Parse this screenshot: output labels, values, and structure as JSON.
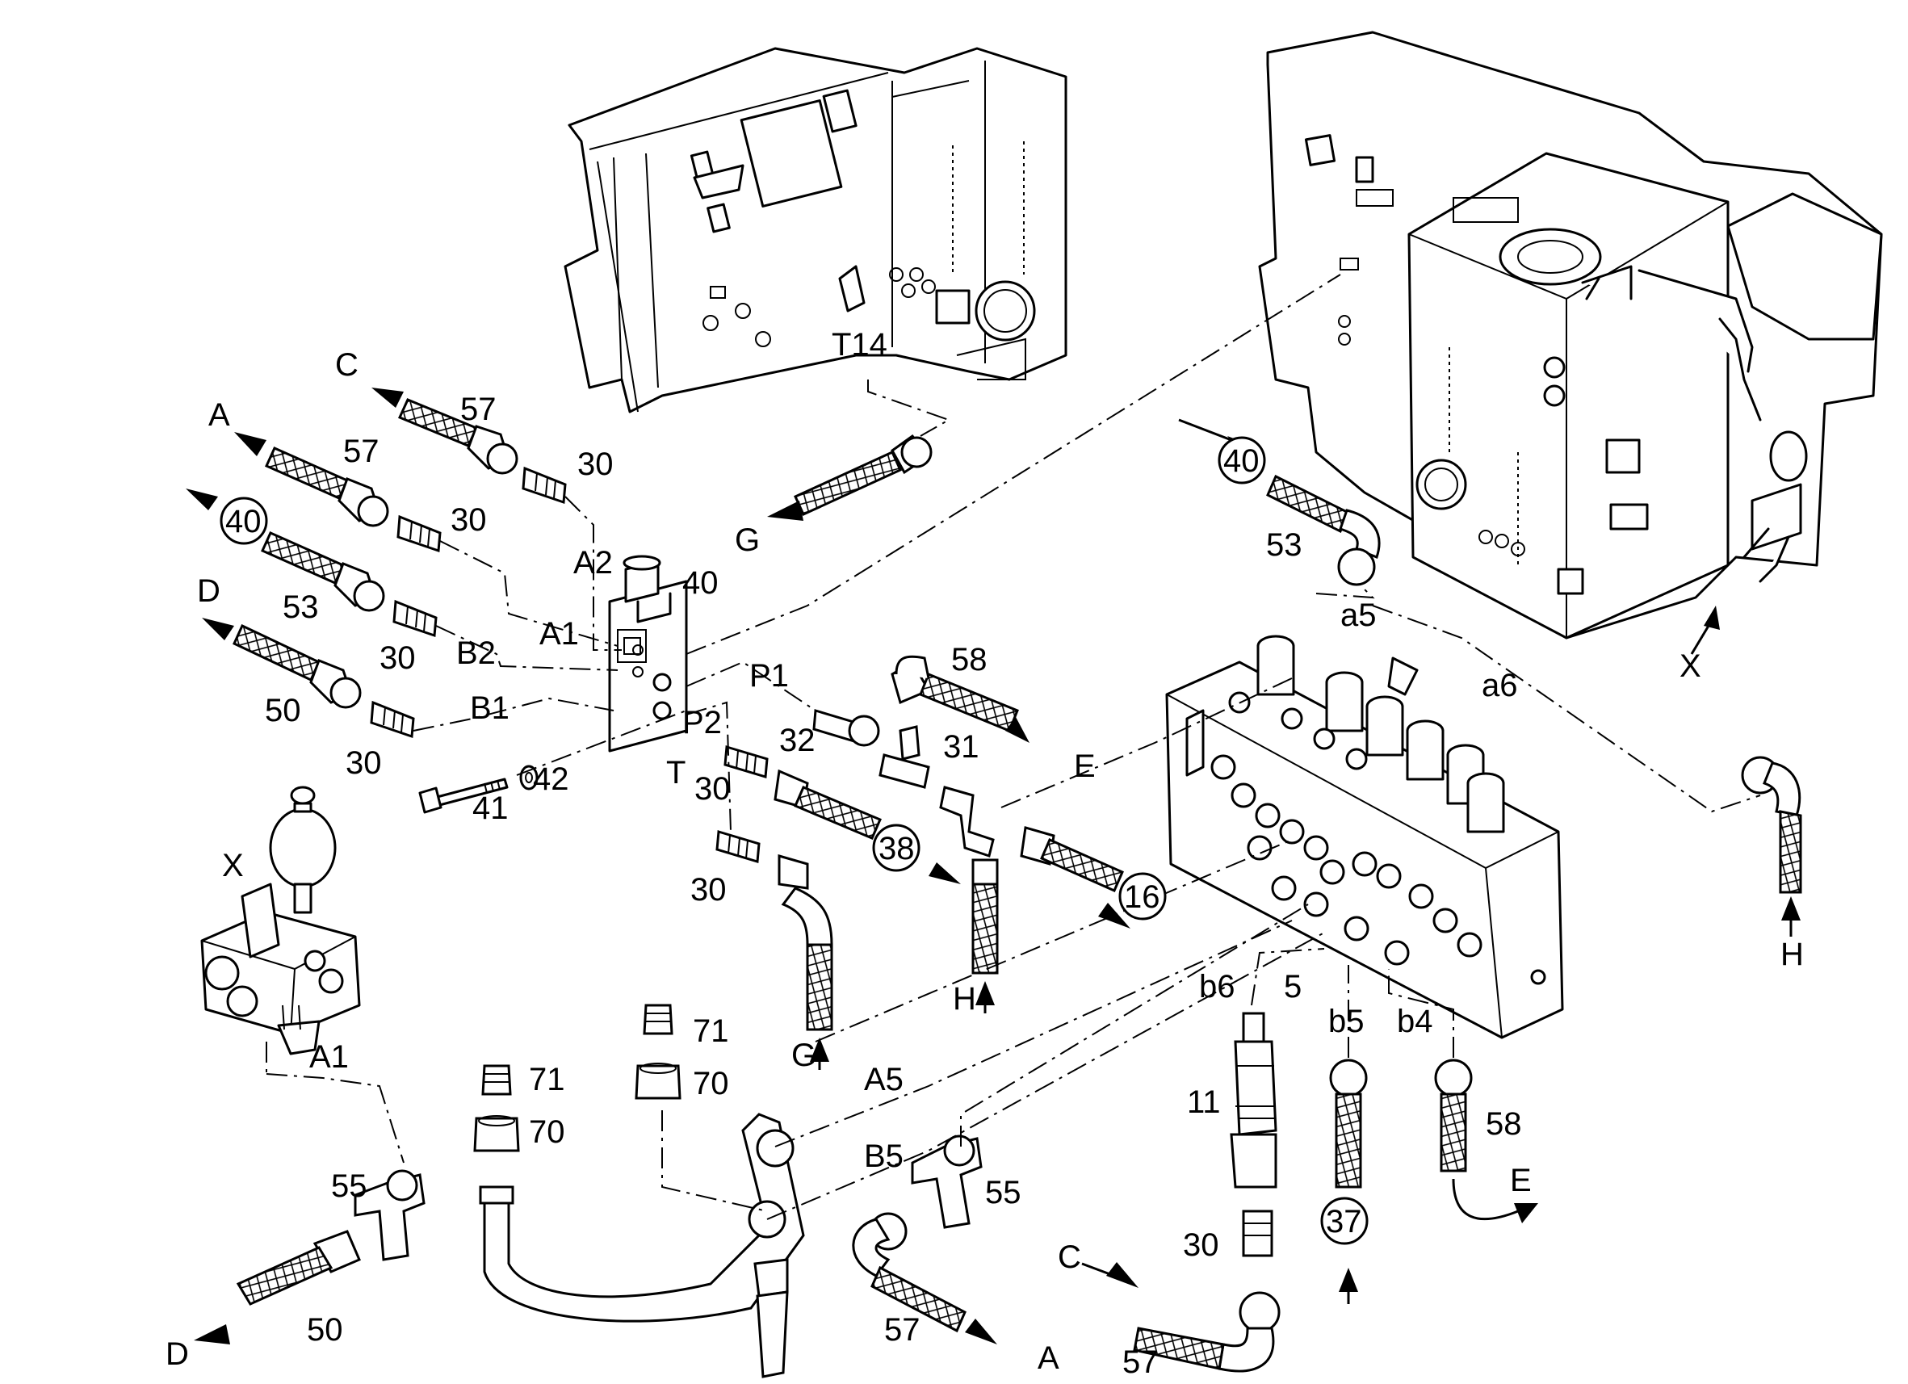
{
  "labels": {
    "c_top": "C",
    "a_top": "A",
    "d_left": "D",
    "g_arrow": "G",
    "t14": "T14",
    "n57a": "57",
    "n57b": "57",
    "n53_left": "53",
    "n50_left": "50",
    "n30a": "30",
    "n30b": "30",
    "n30c": "30",
    "n30d": "30",
    "a2": "A2",
    "a1_valve": "A1",
    "b2": "B2",
    "b1": "B1",
    "n40_valve": "40",
    "p1": "P1",
    "p2": "P2",
    "t_port": "T",
    "n41": "41",
    "n42": "42",
    "n58_top": "58",
    "e_top": "E",
    "n32": "32",
    "n31": "31",
    "n30e": "30",
    "n30f": "30",
    "n38": "38",
    "h_mid": "H",
    "g_mid": "G",
    "n16": "16",
    "n40_right": "40",
    "n53_right": "53",
    "a5_small": "a5",
    "a6": "a6",
    "x_right": "X",
    "h_right": "H",
    "x_left": "X",
    "a1_bottom": "A1",
    "n55_left": "55",
    "n50_bottom": "50",
    "d_bottom": "D",
    "n71a": "71",
    "n70a": "70",
    "n71b": "71",
    "n70b": "70",
    "a5_big": "A5",
    "b5_big": "B5",
    "n55_mid": "55",
    "n57_bottom": "57",
    "a_bottom": "A",
    "b6": "b6",
    "n5": "5",
    "b5_small": "b5",
    "b4": "b4",
    "n11": "11",
    "n30g": "30",
    "n37": "37",
    "n58_bottom": "58",
    "e_bottom": "E",
    "c_bottom": "C",
    "n57_bottom2": "57"
  }
}
